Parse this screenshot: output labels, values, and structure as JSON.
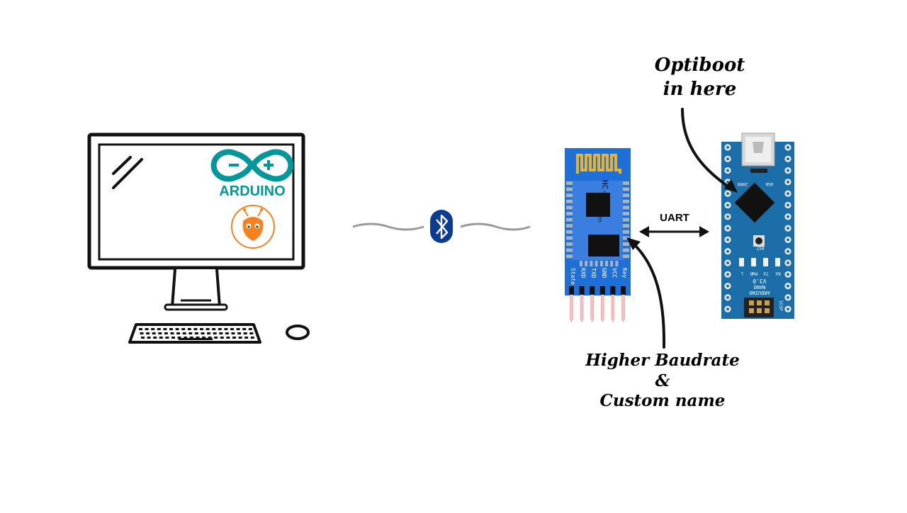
{
  "computer": {
    "arduino_logo_text": "ARDUINO",
    "platformio_logo": "platformio-ant-icon"
  },
  "link": {
    "wireless_icon": "bluetooth-icon"
  },
  "hc05": {
    "chip_title": "HC-05",
    "chip_subtitle": "Bluetooth",
    "pins": [
      "State",
      "RXD",
      "TXD",
      "GND",
      "VCC",
      "Key"
    ]
  },
  "uart": {
    "label": "UART"
  },
  "nano": {
    "name_line1": "ARDUINO",
    "name_line2": "NANO",
    "name_line3": "V3.0",
    "year": "2009",
    "country": "USA",
    "rst_label": "RST",
    "led_labels": [
      "L",
      "PWR",
      "TX",
      "RX"
    ],
    "icsp_label": "ICSP"
  },
  "annotations": {
    "optiboot_line1": "Optiboot",
    "optiboot_line2": "in here",
    "baud_line1": "Higher Baudrate",
    "baud_line2": "&",
    "baud_line3": "Custom name"
  },
  "colors": {
    "arduino_teal": "#00979c",
    "platformio_orange": "#f5821f",
    "bluetooth_blue": "#0a3d91",
    "hc05_board_blue": "#1e6fd8",
    "nano_board_blue": "#1b6ea8",
    "line_gray": "#9a9a9a",
    "pin_pink": "#f4c0c0"
  }
}
